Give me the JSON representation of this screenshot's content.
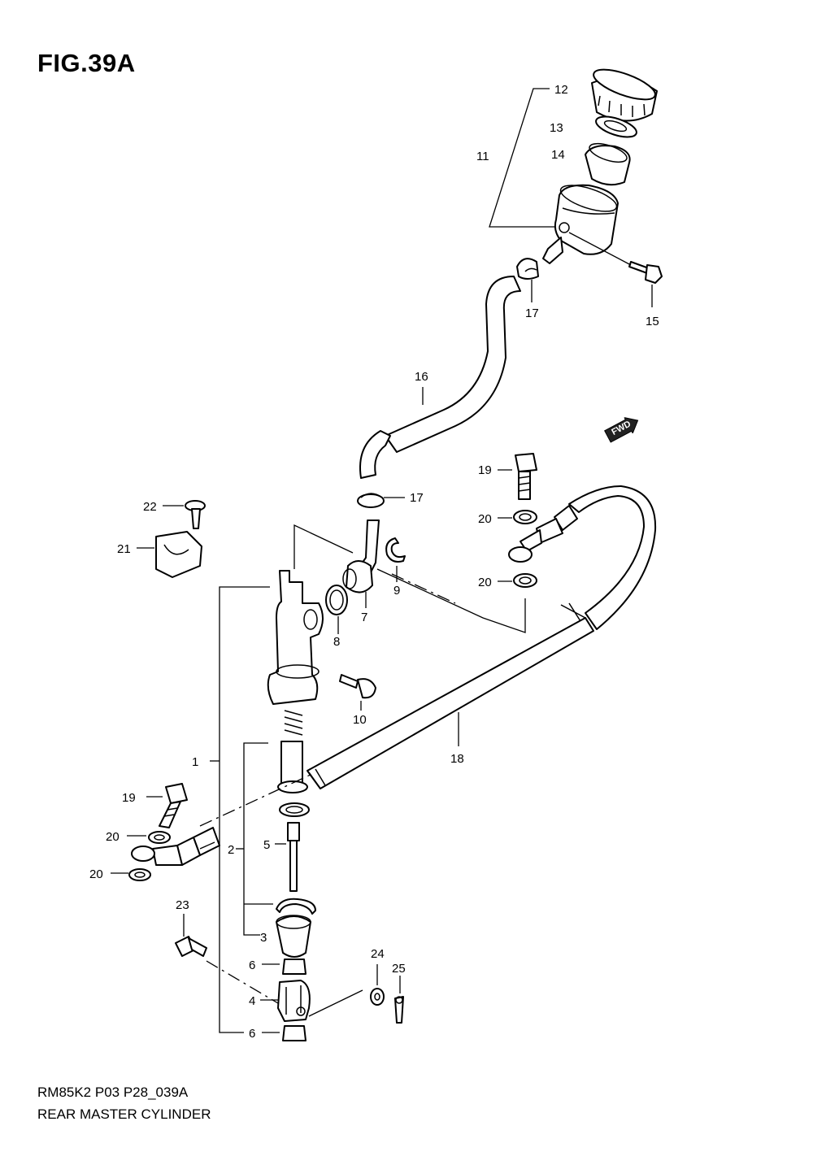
{
  "figure": {
    "title": "FIG.39A",
    "code": "RM85K2 P03 P28_039A",
    "name": "REAR MASTER CYLINDER",
    "fwd_label": "FWD"
  },
  "callouts": {
    "c1": "1",
    "c2": "2",
    "c3": "3",
    "c4": "4",
    "c5": "5",
    "c6a": "6",
    "c6b": "6",
    "c7": "7",
    "c8": "8",
    "c9": "9",
    "c10": "10",
    "c11": "11",
    "c12": "12",
    "c13": "13",
    "c14": "14",
    "c15": "15",
    "c16": "16",
    "c17a": "17",
    "c17b": "17",
    "c18": "18",
    "c19a": "19",
    "c19b": "19",
    "c20a": "20",
    "c20b": "20",
    "c20c": "20",
    "c20d": "20",
    "c21": "21",
    "c22": "22",
    "c23": "23",
    "c24": "24",
    "c25": "25"
  }
}
